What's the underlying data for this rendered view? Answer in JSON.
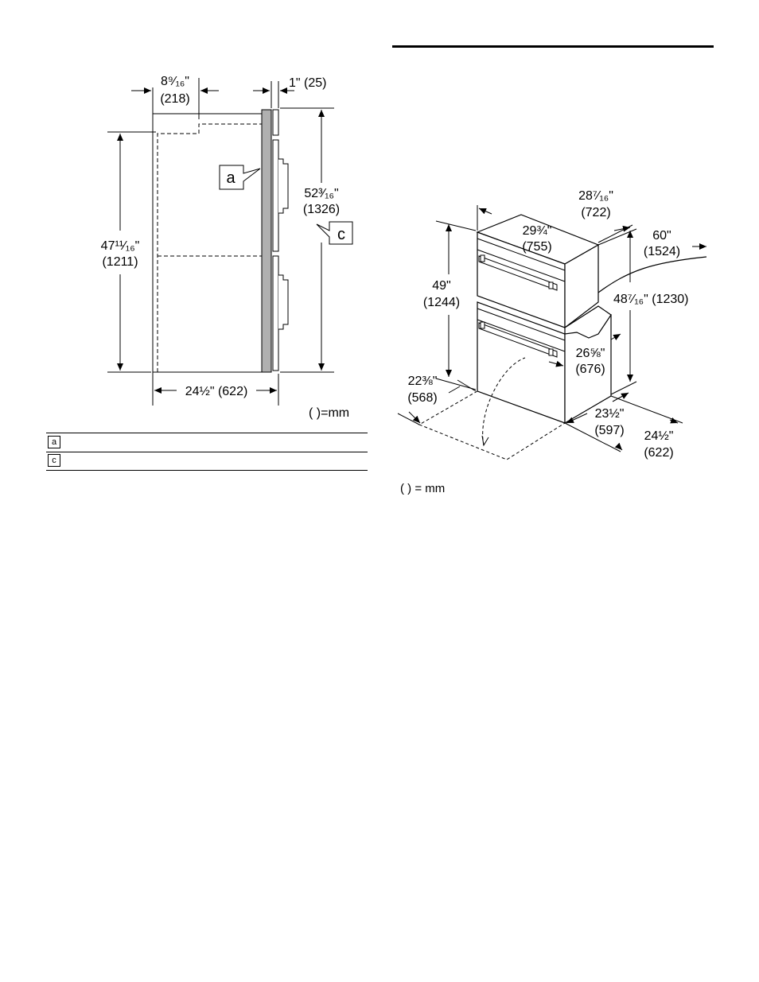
{
  "left_diagram": {
    "dim_top_left": {
      "inch": "8⁹⁄₁₆\"",
      "mm": "(218)"
    },
    "dim_top_right": "1\" (25)",
    "dim_height_left": {
      "inch": "47¹¹⁄₁₆\"",
      "mm": "(1211)"
    },
    "dim_height_right": {
      "inch": "52³⁄₁₆\"",
      "mm": "(1326)"
    },
    "dim_bottom": "24½\" (622)",
    "callout_a": "a",
    "callout_c": "c",
    "unit_note": "( )=mm"
  },
  "legend": [
    {
      "key": "a",
      "text": ""
    },
    {
      "key": "c",
      "text": ""
    }
  ],
  "right_diagram": {
    "dim_28": {
      "inch": "28⁷⁄₁₆\"",
      "mm": "(722)"
    },
    "dim_29": {
      "inch": "29¾\"",
      "mm": "(755)"
    },
    "dim_60": {
      "inch": "60\"",
      "mm": "(1524)"
    },
    "dim_49": {
      "inch": "49\"",
      "mm": "(1244)"
    },
    "dim_48": "48⁷⁄₁₆\" (1230)",
    "dim_26": {
      "inch": "26⅝\"",
      "mm": "(676)"
    },
    "dim_22": {
      "inch": "22⅜\"",
      "mm": "(568)"
    },
    "dim_23": {
      "inch": "23½\"",
      "mm": "(597)"
    },
    "dim_24": {
      "inch": "24½\"",
      "mm": "(622)"
    },
    "unit_note": "( ) = mm"
  }
}
